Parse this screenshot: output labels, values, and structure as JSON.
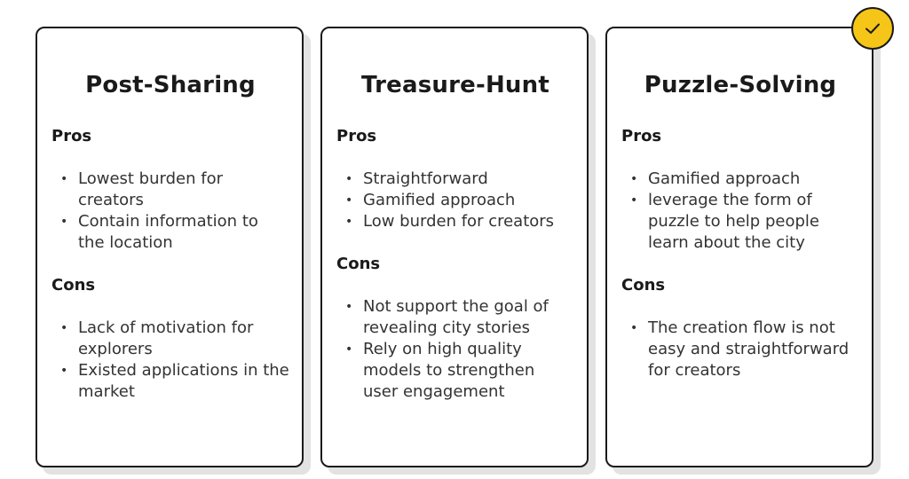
{
  "cards": [
    {
      "title": "Post-Sharing",
      "pros_label": "Pros",
      "pros": [
        "Lowest burden for creators",
        "Contain information to the location"
      ],
      "cons_label": "Cons",
      "cons": [
        "Lack of motivation for explorers",
        "Existed applications in the market"
      ],
      "selected": false
    },
    {
      "title": "Treasure-Hunt",
      "pros_label": "Pros",
      "pros": [
        "Straightforward",
        "Gamified approach",
        "Low burden for creators"
      ],
      "cons_label": "Cons",
      "cons": [
        "Not support the goal of revealing city stories",
        "Rely on high quality models to strengthen user engagement"
      ],
      "selected": false
    },
    {
      "title": "Puzzle-Solving",
      "pros_label": "Pros",
      "pros": [
        "Gamified approach",
        "leverage the form of puzzle to help people learn about the city"
      ],
      "cons_label": "Cons",
      "cons": [
        "The creation flow is not easy and straightforward for creators"
      ],
      "selected": true
    }
  ],
  "bullet_glyph": "•",
  "selected_badge": {
    "icon": "checkmark-icon",
    "color": "#f5c518"
  }
}
